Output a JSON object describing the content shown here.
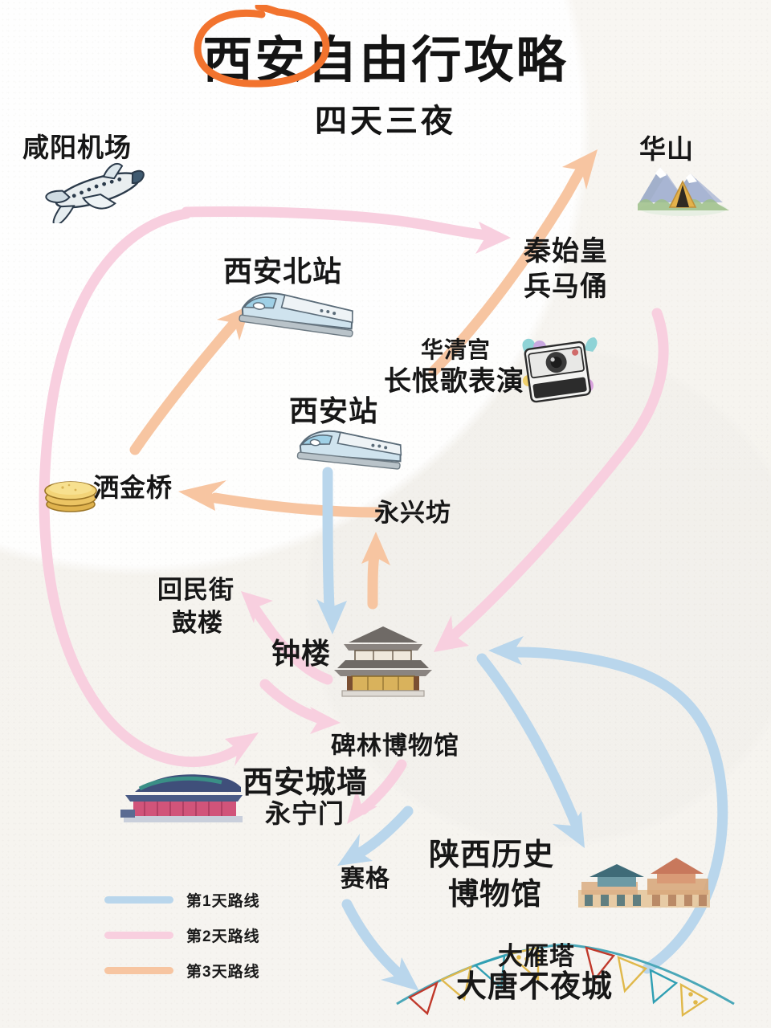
{
  "title": {
    "main": "西安自由行攻略",
    "circled_part": "西安",
    "subtitle": "四天三夜",
    "circle_color": "#f2732e"
  },
  "legend": {
    "items": [
      {
        "label": "第1天路线",
        "color": "#b9d6ec"
      },
      {
        "label": "第2天路线",
        "color": "#f8cfdf"
      },
      {
        "label": "第3天路线",
        "color": "#f7c5a1"
      }
    ]
  },
  "nodes": [
    {
      "id": "airport",
      "label": "咸阳机场",
      "icon": "airplane-icon"
    },
    {
      "id": "huashan",
      "label": "华山",
      "icon": "mountain-tent-icon"
    },
    {
      "id": "north-station",
      "label": "西安北站",
      "icon": "bullet-train-icon"
    },
    {
      "id": "terracotta",
      "label_line1": "秦始皇",
      "label_line2": "兵马俑",
      "icon": "none"
    },
    {
      "id": "huaqing",
      "label": "华清宫",
      "icon": "none"
    },
    {
      "id": "changhenge",
      "label": "长恨歌表演",
      "icon": "camera-icon"
    },
    {
      "id": "xian-station",
      "label": "西安站",
      "icon": "bullet-train-icon"
    },
    {
      "id": "sajinqiao",
      "label": "洒金桥",
      "icon": "pancake-icon"
    },
    {
      "id": "yongxingfang",
      "label": "永兴坊",
      "icon": "none"
    },
    {
      "id": "huiminjie",
      "label_line1": "回民街",
      "label_line2": "鼓楼",
      "icon": "none"
    },
    {
      "id": "bell-tower",
      "label": "钟楼",
      "icon": "pagoda-icon"
    },
    {
      "id": "beilin",
      "label": "碑林博物馆",
      "icon": "none"
    },
    {
      "id": "city-wall",
      "label": "西安城墙",
      "icon": "city-gate-icon"
    },
    {
      "id": "yongningmen",
      "label": "永宁门",
      "icon": "none"
    },
    {
      "id": "saige",
      "label": "赛格",
      "icon": "none"
    },
    {
      "id": "shaanxi-museum",
      "label_line1": "陕西历史",
      "label_line2": "博物馆",
      "icon": "museum-icon"
    },
    {
      "id": "dayanta",
      "label": "大雁塔",
      "icon": "bunting-icon"
    },
    {
      "id": "datang",
      "label": "大唐不夜城",
      "icon": "bunting-icon"
    }
  ],
  "chart_data": {
    "type": "diagram",
    "title": "西安自由行攻略 四天三夜",
    "routes": [
      {
        "day": "第1天路线",
        "color": "#b9d6ec",
        "stops": [
          "西安站",
          "钟楼",
          "陕西历史博物馆",
          "赛格",
          "大唐不夜城"
        ]
      },
      {
        "day": "第2天路线",
        "color": "#f8cfdf",
        "stops": [
          "咸阳机场",
          "秦始皇兵马俑",
          "钟楼",
          "回民街鼓楼",
          "碑林博物馆",
          "西安城墙永宁门"
        ]
      },
      {
        "day": "第3天路线",
        "color": "#f7c5a1",
        "stops": [
          "西安北站",
          "华山",
          "华清宫长恨歌表演",
          "洒金桥",
          "永兴坊"
        ]
      }
    ]
  }
}
